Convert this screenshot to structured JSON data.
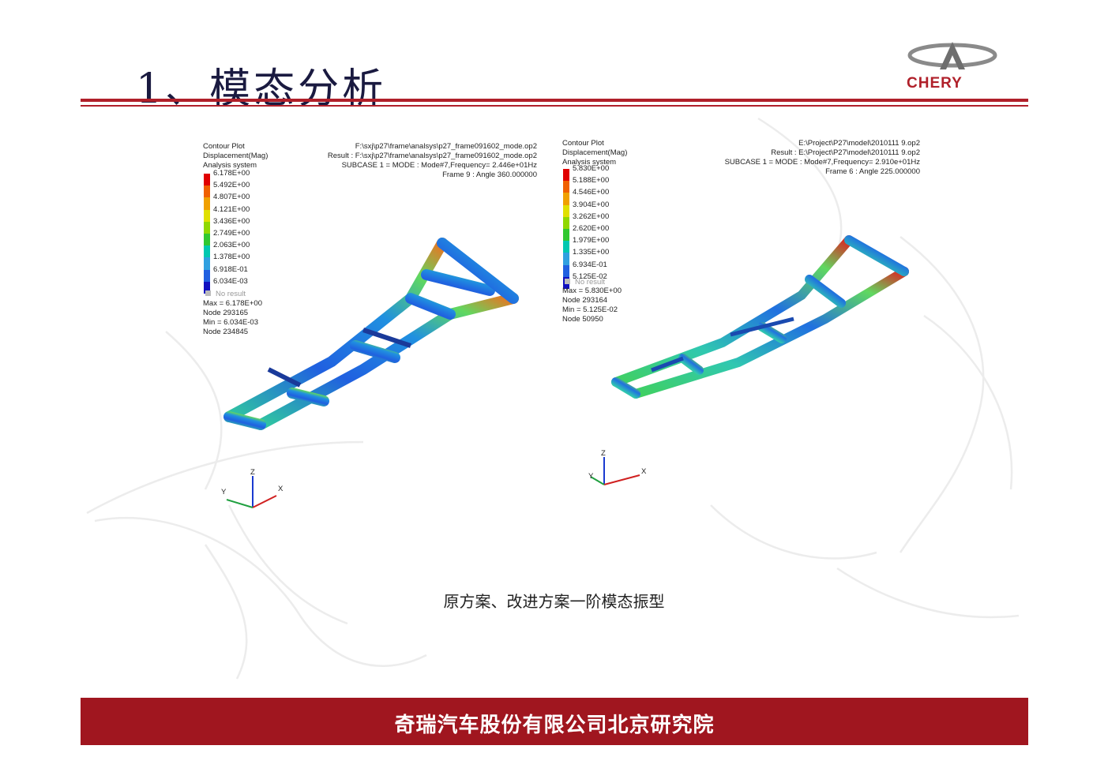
{
  "title": "1、模态分析",
  "logo": {
    "text": "CHERY",
    "icon": "chery-logo-icon"
  },
  "caption": "原方案、改进方案一阶模态振型",
  "footer": "奇瑞汽车股份有限公司北京研究院",
  "colors": {
    "brand_red": "#b0202a",
    "footer_red": "#a0161f",
    "title": "#1a1a40"
  },
  "left_plot": {
    "header_left": [
      "Contour Plot",
      "Displacement(Mag)",
      "Analysis system"
    ],
    "header_right": [
      "F:\\sxj\\p27\\frame\\analsys\\p27_frame091602_mode.op2",
      "Result : F:\\sxj\\p27\\frame\\analsys\\p27_frame091602_mode.op2",
      "SUBCASE 1 = MODE  : Mode#7,Frequency=  2.446e+01Hz",
      "Frame 9 : Angle 360.000000"
    ],
    "legend": [
      "6.178E+00",
      "5.492E+00",
      "4.807E+00",
      "4.121E+00",
      "3.436E+00",
      "2.749E+00",
      "2.063E+00",
      "1.378E+00",
      "6.918E-01",
      "6.034E-03"
    ],
    "no_result": "No result",
    "stats": [
      "Max = 6.178E+00",
      "Node 293165",
      "Min = 6.034E-03",
      "Node 234845"
    ],
    "axes": {
      "x": "X",
      "y": "Y",
      "z": "Z"
    }
  },
  "right_plot": {
    "header_left": [
      "Contour Plot",
      "Displacement(Mag)",
      "Analysis system"
    ],
    "header_right": [
      "E:\\Project\\P27\\model\\2010111 9.op2",
      "Result : E:\\Project\\P27\\model\\2010111 9.op2",
      "SUBCASE 1 = MODE  : Mode#7,Frequency=  2.910e+01Hz",
      "Frame 6 : Angle 225.000000"
    ],
    "legend": [
      "5.830E+00",
      "5.188E+00",
      "4.546E+00",
      "3.904E+00",
      "3.262E+00",
      "2.620E+00",
      "1.979E+00",
      "1.335E+00",
      "6.934E-01",
      "5.125E-02"
    ],
    "no_result": "No result",
    "stats": [
      "Max = 5.830E+00",
      "Node 293164",
      "Min = 5.125E-02",
      "Node 50950"
    ],
    "axes": {
      "x": "X",
      "y": "Y",
      "z": "Z"
    }
  },
  "legend_colors": [
    "#e00000",
    "#f06000",
    "#f0a000",
    "#e0e000",
    "#90d800",
    "#30c830",
    "#00c8b0",
    "#30a0e0",
    "#2060e0",
    "#1010c0"
  ]
}
